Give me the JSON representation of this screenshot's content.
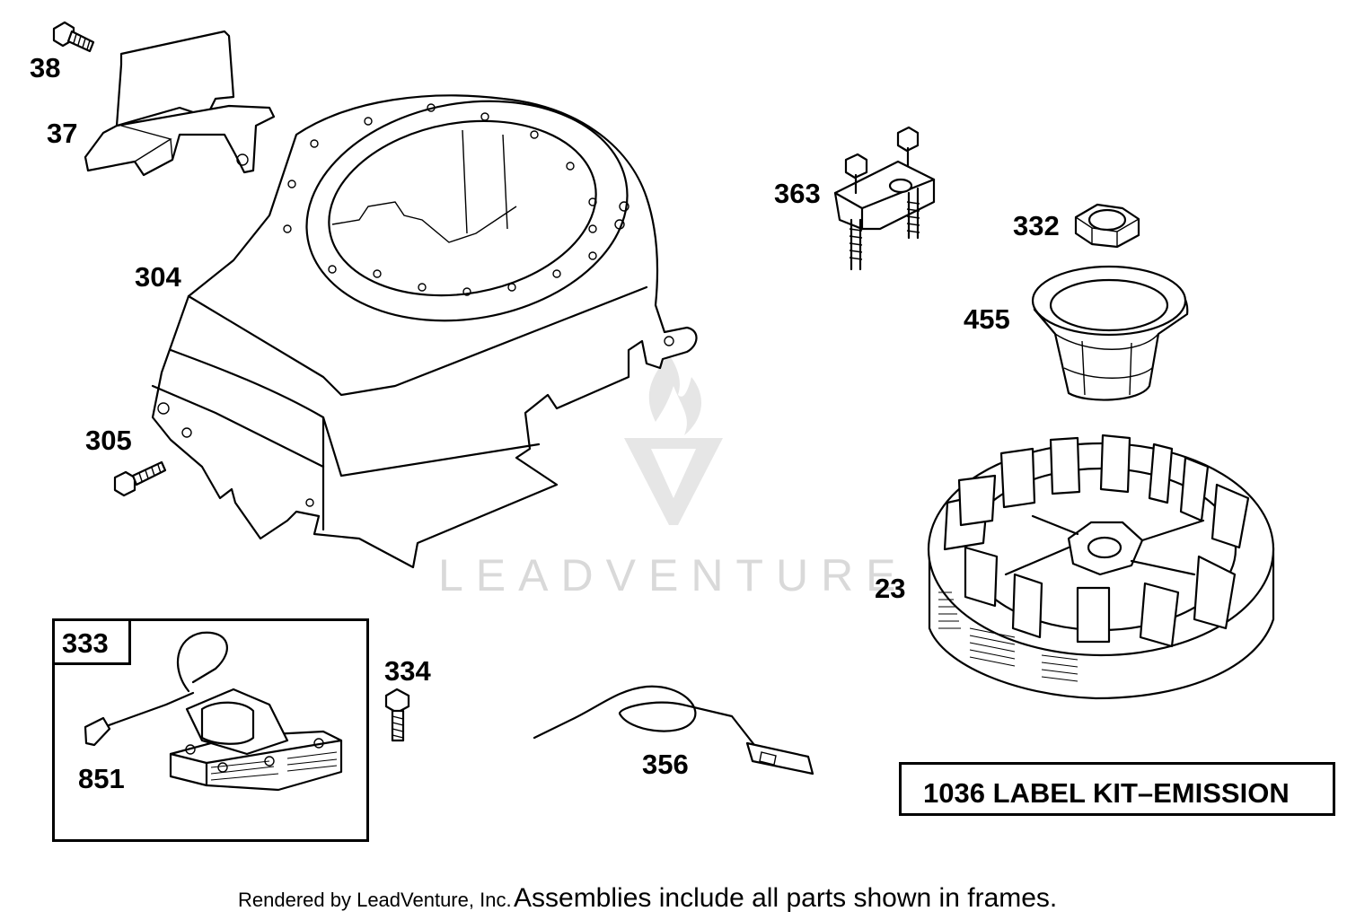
{
  "callouts": {
    "p38": "38",
    "p37": "37",
    "p304": "304",
    "p305": "305",
    "p363": "363",
    "p332": "332",
    "p455": "455",
    "p23": "23",
    "p333": "333",
    "p851": "851",
    "p334": "334",
    "p356": "356"
  },
  "label_kit": "1036 LABEL KIT–EMISSION",
  "watermark": "LEADVENTURE",
  "footer": {
    "credit": "Rendered by LeadVenture, Inc.",
    "note": "Assemblies include all parts shown in frames."
  }
}
